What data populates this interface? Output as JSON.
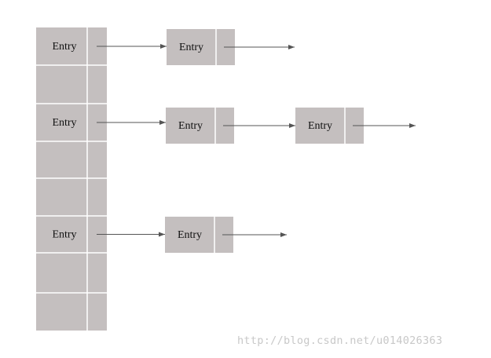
{
  "colors": {
    "cell_fill": "#c4bfbf",
    "divider": "#ffffff",
    "arrow": "#555555",
    "text": "#111111",
    "watermark": "#c8c8c8"
  },
  "table": {
    "slot_count": 8,
    "filled_slots": [
      0,
      2,
      5
    ],
    "slot_label": "Entry"
  },
  "chains": [
    {
      "slot": 0,
      "nodes": [
        "Entry"
      ]
    },
    {
      "slot": 2,
      "nodes": [
        "Entry",
        "Entry"
      ]
    },
    {
      "slot": 5,
      "nodes": [
        "Entry"
      ]
    }
  ],
  "watermark": "http://blog.csdn.net/u014026363"
}
